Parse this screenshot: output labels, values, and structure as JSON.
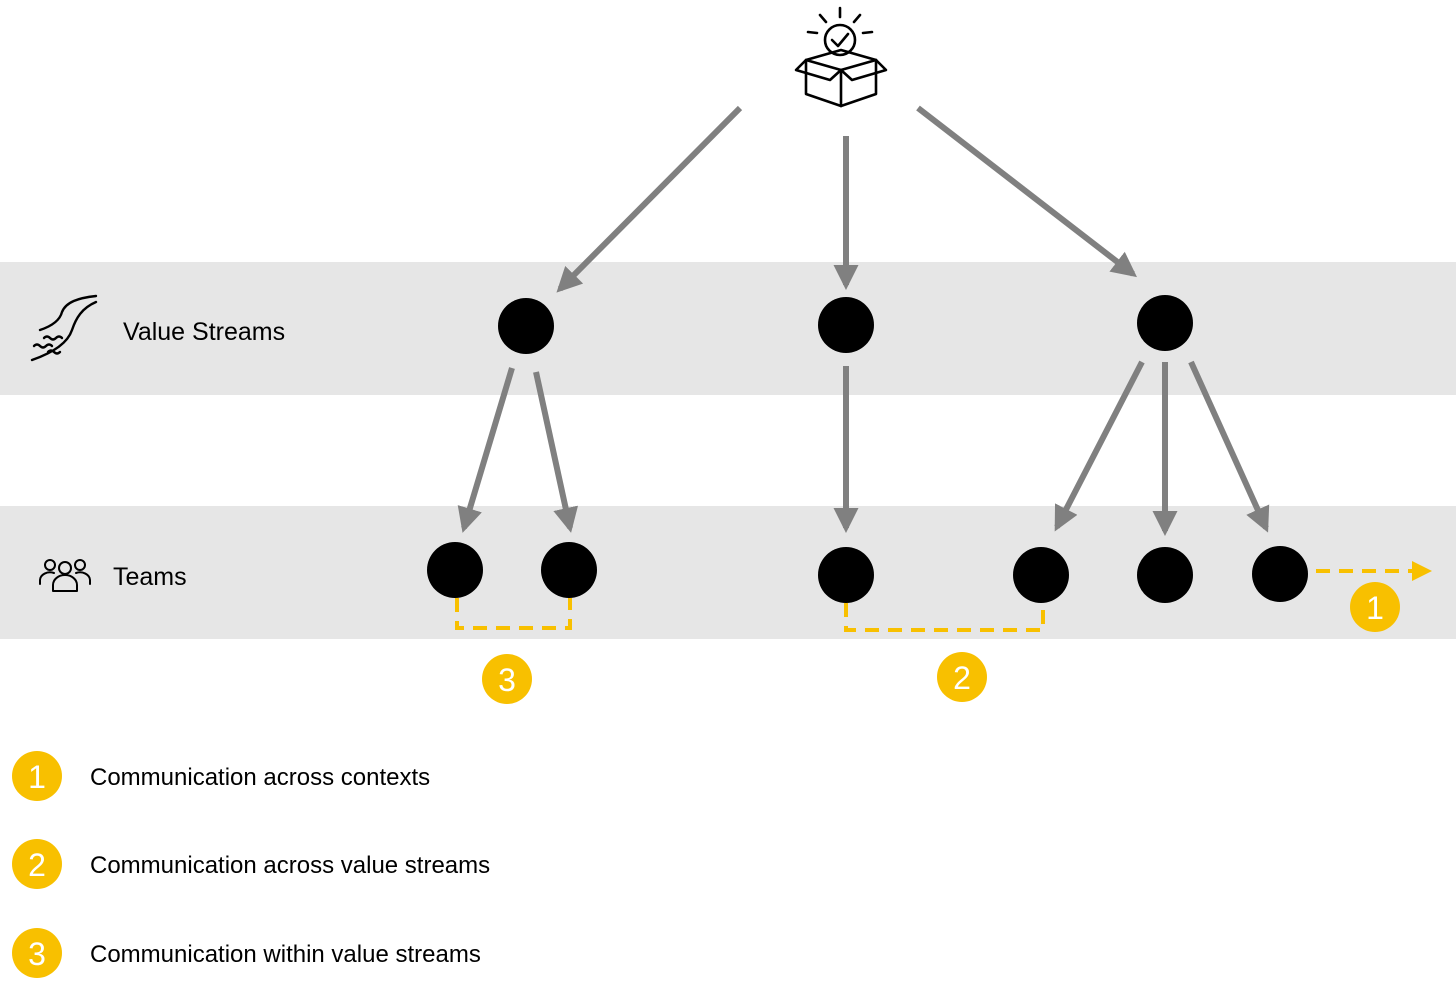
{
  "lanes": {
    "value_streams": {
      "label": "Value Streams",
      "icon": "river-icon"
    },
    "teams": {
      "label": "Teams",
      "icon": "people-group-icon"
    }
  },
  "top_icon": "product-box-idea-icon",
  "badges": {
    "across_contexts": "1",
    "across_value_streams": "2",
    "within_value_streams": "3"
  },
  "legend": [
    {
      "number": "1",
      "text": "Communication across contexts"
    },
    {
      "number": "2",
      "text": "Communication across value streams"
    },
    {
      "number": "3",
      "text": "Communication within value streams"
    }
  ],
  "colors": {
    "lane_band": "#e6e6e6",
    "node": "#000000",
    "arrow": "#808080",
    "accent": "#f8c000"
  }
}
